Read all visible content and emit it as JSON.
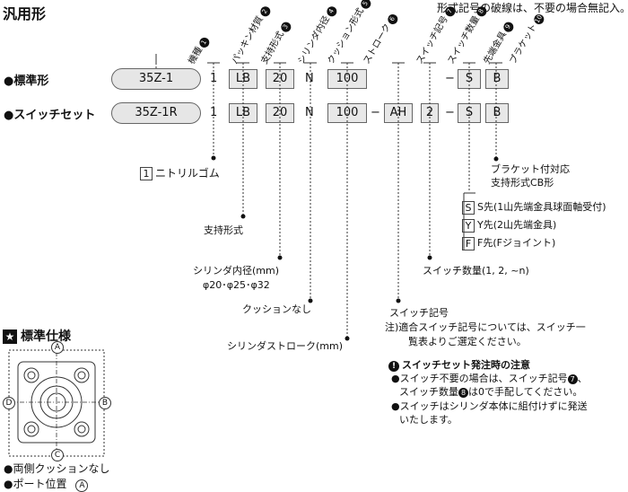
{
  "title": "汎用形",
  "note_top": "形式記号の破線は、不要の場合無記入。",
  "field_labels": [
    {
      "text": "機種",
      "num": "1"
    },
    {
      "text": "パッキン材質",
      "num": "2"
    },
    {
      "text": "支持形式",
      "num": "3"
    },
    {
      "text": "シリンダ内径",
      "num": "4"
    },
    {
      "text": "クッション形式",
      "num": "5"
    },
    {
      "text": "ストローク",
      "num": "6"
    },
    {
      "text": "スイッチ記号",
      "num": "7"
    },
    {
      "text": "スイッチ数量",
      "num": "8"
    },
    {
      "text": "先端金具",
      "num": "9"
    },
    {
      "text": "ブラケット",
      "num": "10"
    }
  ],
  "rows": [
    {
      "label": "●標準形",
      "model": "35Z-1",
      "packing": "1",
      "support": "LB",
      "bore": "20",
      "cushion": "N",
      "stroke": "100",
      "tip": "S",
      "bracket": "B"
    },
    {
      "label": "●スイッチセット",
      "model": "35Z-1R",
      "packing": "1",
      "support": "LB",
      "bore": "20",
      "cushion": "N",
      "stroke": "100",
      "switch": "AH",
      "qty": "2",
      "tip": "S",
      "bracket": "B"
    }
  ],
  "dash": "−",
  "packing_option": {
    "code": "1",
    "text": "ニトリルゴム"
  },
  "bracket_note": [
    "ブラケット付対応",
    "支持形式CB形"
  ],
  "tip_options": [
    {
      "code": "S",
      "text": "S先(1山先端金具球面軸受付)"
    },
    {
      "code": "Y",
      "text": "Y先(2山先端金具)"
    },
    {
      "code": "F",
      "text": "F先(Fジョイント)"
    }
  ],
  "support_label": "支持形式",
  "bore_label": "シリンダ内径(mm)",
  "bore_values": "φ20･φ25･φ32",
  "qty_label": "スイッチ数量(1, 2, ~n)",
  "cushion_label": "クッションなし",
  "switch_label": "スイッチ記号",
  "switch_note": [
    "注)適合スイッチ記号については、スイッチ一",
    "覧表よりご選定ください。"
  ],
  "stroke_label": "シリンダストローク(mm)",
  "order_title": "スイッチセット発注時の注意",
  "order_notes": [
    [
      "●スイッチ不要の場合は、スイッチ記号",
      "7",
      "、"
    ],
    [
      "スイッチ数量",
      "8",
      "は0で手配してください。"
    ]
  ],
  "order_note3": [
    "●スイッチはシリンダ本体に組付けずに発送",
    "いたします。"
  ],
  "std_title": "標準仕様",
  "std_notes": [
    "●両側クッションなし",
    "●ポート位置"
  ],
  "port_position": "A",
  "port_letters": [
    "A",
    "B",
    "C",
    "D"
  ]
}
